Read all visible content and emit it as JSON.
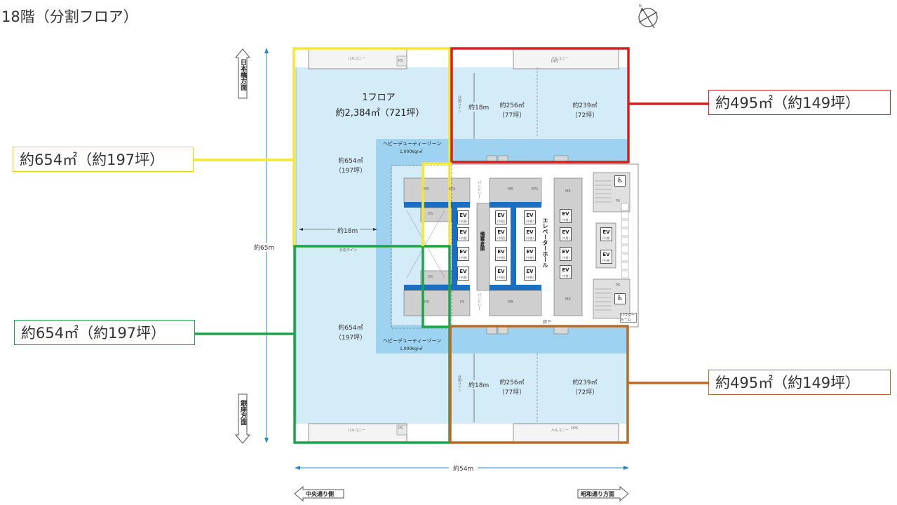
{
  "page_title": "18階（分割フロア）",
  "callouts": {
    "west_north": "約654㎡（約197坪）",
    "west_south": "約654㎡（約197坪）",
    "east_north": "約495㎡（約149坪）",
    "east_south": "約495㎡（約149坪）"
  },
  "colors": {
    "west_north": "#f5e82a",
    "west_south": "#1aa54a",
    "east_north": "#d42020",
    "east_south": "#b86a26",
    "office_fill": "#d4ebf8",
    "heavy_zone": "#9dd3f0",
    "core_blue": "#1b6fc2"
  },
  "floor": {
    "total_title": "1フロア",
    "total_area": "約2,384㎡（721坪）",
    "west_north_area": "約654㎡",
    "west_north_tsubo": "（197坪）",
    "west_south_area": "約654㎡",
    "west_south_tsubo": "（197坪）",
    "ne_a_area": "約256㎡",
    "ne_a_tsubo": "（77坪）",
    "ne_b_area": "約239㎡",
    "ne_b_tsubo": "（72坪）",
    "se_a_area": "約256㎡",
    "se_a_tsubo": "（77坪）",
    "se_b_area": "約239㎡",
    "se_b_tsubo": "（72坪）",
    "depth_ne": "約18m",
    "depth_se": "約18m",
    "depth_w": "約18m",
    "heavy_north": "ヘビーデューティーゾーン",
    "heavy_north_load": "1,000kg/㎡",
    "heavy_south": "ヘビーデューティーゾーン",
    "heavy_south_load": "1,000kg/㎡",
    "split_line": "分割ライン",
    "split_line_v": "分割ライン",
    "elevator_hall": "エレベーターホール",
    "storage": "備蓄倉庫",
    "corridor": "廊下",
    "powder_room": "パウダールーム",
    "balcony": "バルコニー"
  },
  "dimensions": {
    "height": "約65m",
    "width": "約54m"
  },
  "directions": {
    "nihonbashi": "日本橋方面",
    "ginza": "銀座方面",
    "chuo_dori": "中央通り側",
    "showa_dori": "昭和通り方面"
  },
  "core_labels": {
    "mr": "MR",
    "eps": "EPS",
    "dps": "DPS",
    "ps": "PS",
    "ds": "DS",
    "ev": "EV",
    "ev_sub": "(中層)",
    "pantry": "パントリー"
  }
}
